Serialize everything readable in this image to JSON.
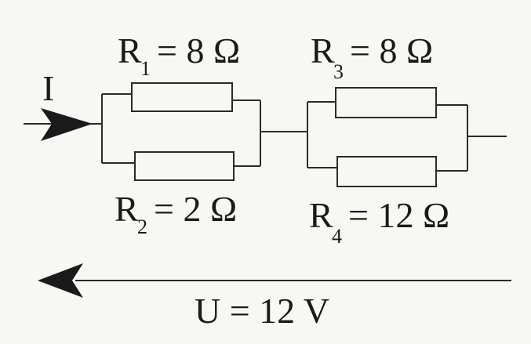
{
  "current_label": "I",
  "resistors": [
    {
      "letter": "R",
      "index": "1",
      "value": "= 8 Ω"
    },
    {
      "letter": "R",
      "index": "2",
      "value": "= 2 Ω"
    },
    {
      "letter": "R",
      "index": "3",
      "value": "= 8 Ω"
    },
    {
      "letter": "R",
      "index": "4",
      "value": "= 12 Ω"
    }
  ],
  "voltage_label": "U = 12 V",
  "colors": {
    "ink": "#1a1a1a",
    "paper": "#f7f7f4"
  }
}
